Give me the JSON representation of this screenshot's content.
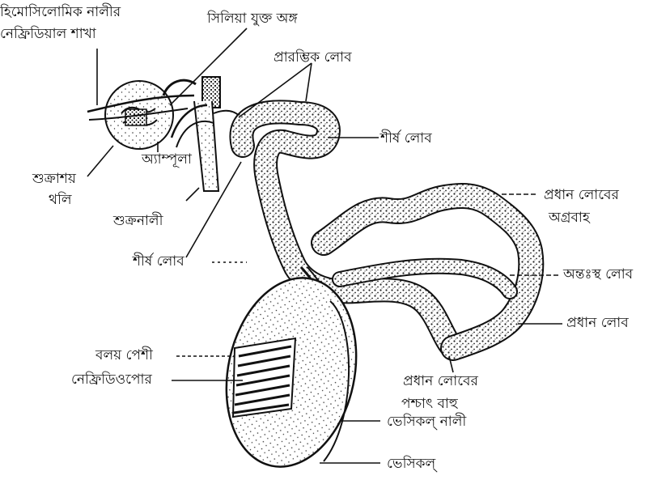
{
  "colors": {
    "ink": "#111111",
    "paper": "#ffffff",
    "stipple": "#2a2a2a"
  },
  "labels": {
    "hemocoel_line1": "হিমোসিলোমিক নালীর",
    "hemocoel_line2": "নেফ্রিডিয়াল শাখা",
    "ciliated_part": "সিলিয়া যুক্ত অঙ্গ",
    "initial_lobe": "প্রারম্ভিক লোব",
    "apical_lobe_top": "শীর্ষ লোব",
    "ampulla": "অ্যাম্পূলা",
    "seminal_sac_line1": "শুক্রাশয়",
    "seminal_sac_line2": "থলি",
    "sperm_duct": "শুক্রনালী",
    "apical_lobe_left": "শীর্ষ লোব",
    "main_lobe_anterior_line1": "প্রধান লোবের",
    "main_lobe_anterior_line2": "অগ্রবাহ",
    "middle_lobe": "অন্তঃস্থ লোব",
    "main_lobe": "প্রধান লোব",
    "sphincter": "বলয় পেশী",
    "nephridiopore": "নেফ্রিডিওপোর",
    "main_lobe_posterior_line1": "প্রধান লোবের",
    "main_lobe_posterior_line2": "পশ্চাৎ বাহু",
    "vesicle_duct": "ভেসিকল্ নালী",
    "vesicle": "ভেসিকল্"
  }
}
